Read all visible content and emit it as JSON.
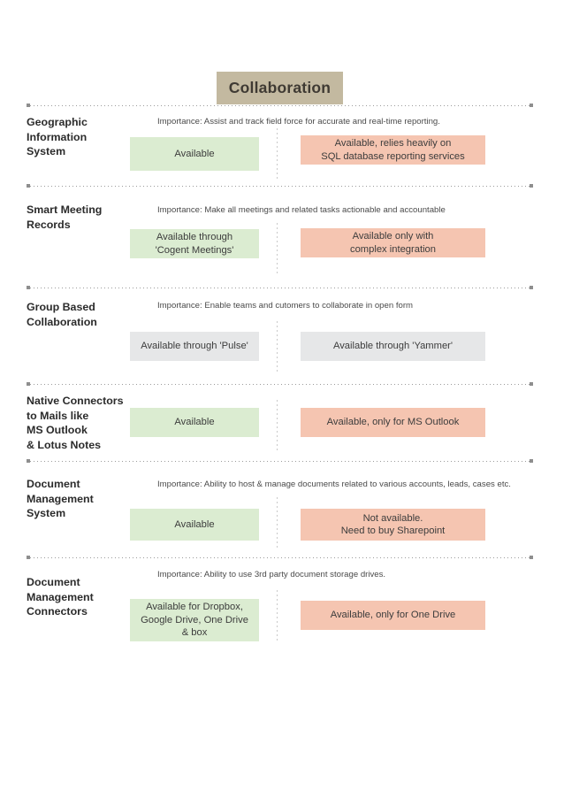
{
  "header": {
    "title": "Collaboration",
    "banner_color": "#c3b9a0"
  },
  "colors": {
    "green": "#dbecd1",
    "salmon": "#f5c5b1",
    "gray": "#e6e7e8",
    "rule": "#9b9b9b"
  },
  "rows": [
    {
      "label": "Geographic\nInformation\nSystem",
      "label_lines": [
        "Geographic",
        "Information",
        "System"
      ],
      "importance": "Importance: Assist and track field force for accurate and real-time reporting.",
      "left": {
        "text": "Available",
        "status": "green"
      },
      "right": {
        "text": "Available, relies heavily on\nSQL database reporting services",
        "status": "salmon"
      }
    },
    {
      "label": "Smart Meeting\nRecords",
      "label_lines": [
        "Smart Meeting",
        "Records"
      ],
      "importance": "Importance: Make all meetings and related tasks actionable and accountable",
      "left": {
        "text": "Available through\n'Cogent Meetings'",
        "status": "green"
      },
      "right": {
        "text": "Available only with\ncomplex integration",
        "status": "salmon"
      }
    },
    {
      "label": "Group Based\nCollaboration",
      "label_lines": [
        "Group Based",
        "Collaboration"
      ],
      "importance": "Importance: Enable teams and cutomers to collaborate in open form",
      "left": {
        "text": "Available through 'Pulse'",
        "status": "gray"
      },
      "right": {
        "text": "Available through 'Yammer'",
        "status": "gray"
      }
    },
    {
      "label": "Native Connectors\nto Mails like\nMS Outlook\n& Lotus Notes",
      "label_lines": [
        "Native Connectors",
        "to Mails like",
        "MS Outlook",
        "& Lotus Notes"
      ],
      "importance": "",
      "left": {
        "text": "Available",
        "status": "green"
      },
      "right": {
        "text": "Available, only for MS Outlook",
        "status": "salmon"
      }
    },
    {
      "label": "Document\nManagement\nSystem",
      "label_lines": [
        "Document",
        "Management",
        "System"
      ],
      "importance": "Importance: Ability to host & manage documents related to various accounts, leads, cases etc.",
      "left": {
        "text": "Available",
        "status": "green"
      },
      "right": {
        "text": "Not available.\nNeed to buy Sharepoint",
        "status": "salmon"
      }
    },
    {
      "label": "Document\nManagement\nConnectors",
      "label_lines": [
        "Document",
        "Management",
        "Connectors"
      ],
      "importance": "Importance: Ability to use 3rd  party document storage drives.",
      "left": {
        "text": "Available for Dropbox,\nGoogle Drive, One Drive\n& box",
        "status": "green"
      },
      "right": {
        "text": "Available, only for One Drive",
        "status": "salmon"
      }
    }
  ]
}
